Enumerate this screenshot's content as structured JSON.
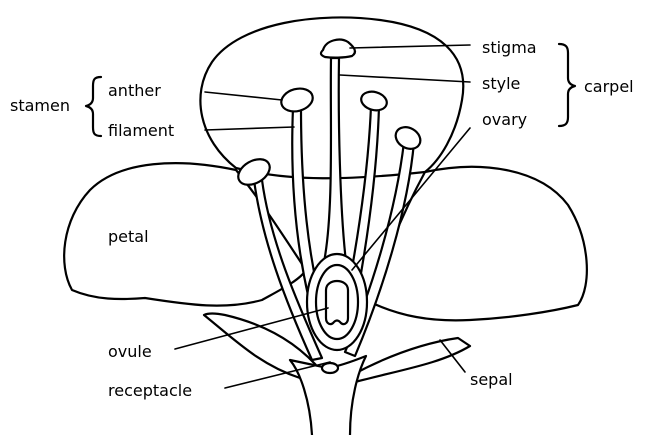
{
  "labels": {
    "stigma": "stigma",
    "style": "style",
    "carpel": "carpel",
    "ovary": "ovary",
    "stamen": "stamen",
    "anther": "anther",
    "filament": "filament",
    "petal": "petal",
    "ovule": "ovule",
    "receptacle": "receptacle",
    "sepal": "sepal"
  }
}
